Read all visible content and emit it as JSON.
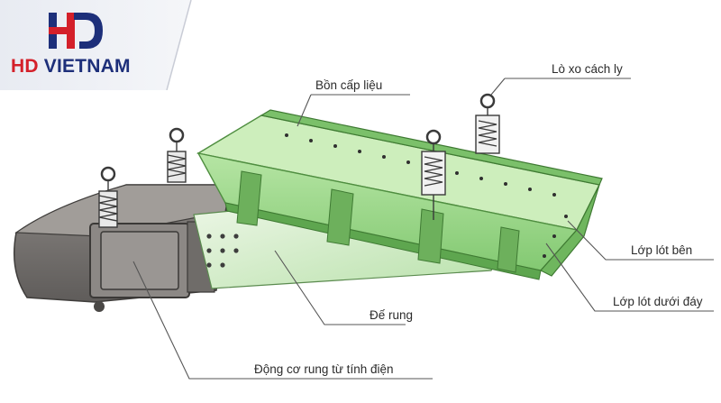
{
  "brand": {
    "prefix": "HD",
    "name": " VIETNAM",
    "colors": {
      "red": "#d4202a",
      "navy": "#1d2f7a"
    }
  },
  "labels": {
    "hopper": "Bồn cấp liệu",
    "spring": "Lò xo cách ly",
    "side_liner": "Lớp lót bên",
    "bottom_liner": "Lớp lót dưới đáy",
    "base": "Đế rung",
    "motor": "Động cơ rung từ tính điện"
  },
  "colors": {
    "trough_green": "#9fd98f",
    "trough_dark": "#5ea64f",
    "motor_gray": "#7d7a78",
    "leader_line": "#555555"
  }
}
